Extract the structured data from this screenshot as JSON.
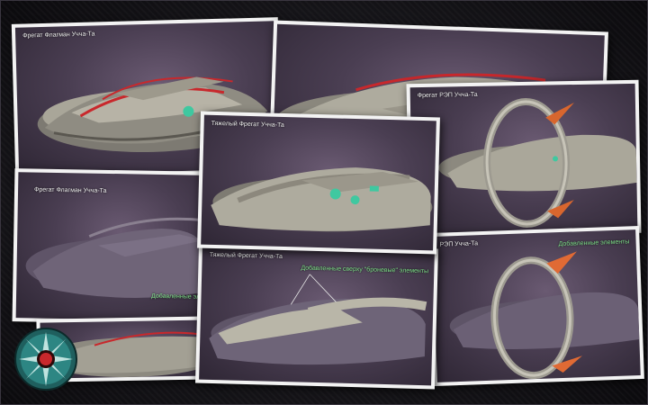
{
  "cards": {
    "flagship_top": {
      "caption": "Фрегат Флагман Учча-Та"
    },
    "flagship_bottom": {
      "caption": "Фрегат Флагман Учча-Та",
      "note": "Добавленные эл"
    },
    "heavy_top": {
      "caption": "Тяжелый Фрегат Учча-Та"
    },
    "heavy_bottom": {
      "caption": "Тяжелый Фрегат Учча-Та",
      "note": "Добавленные сверху \"броневые\" элементы"
    },
    "rep_top": {
      "caption": "Фрегат РЭП Учча-Та"
    },
    "rep_bottom": {
      "caption": "РЭП Учча-Та",
      "note": "Добавленные элементы"
    }
  },
  "icons": {
    "emblem": "compass-star-emblem-icon"
  },
  "colors": {
    "accent_red": "#c8282c",
    "accent_teal": "#3fc8a0",
    "note_green": "#7fe08a",
    "frame": "#f3f3f3"
  }
}
